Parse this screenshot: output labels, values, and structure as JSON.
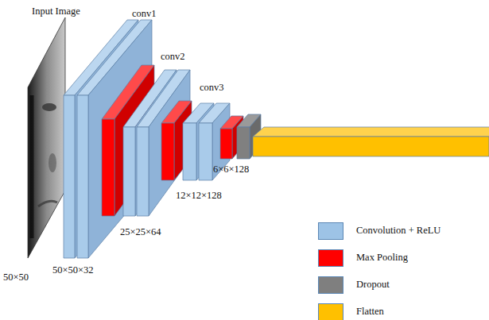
{
  "diagram": {
    "labels": [
      "Input Image",
      "conv1",
      "conv2",
      "conv3",
      "50×50",
      "50×50×32",
      "25×25×64",
      "12×12×128",
      "6×6×128"
    ],
    "legend": [
      {
        "text": "Convolution + ReLU",
        "color": "#9dc3e6"
      },
      {
        "text": "Max Pooling",
        "color": "#ff0000"
      },
      {
        "text": "Dropout",
        "color": "#7f7f7f"
      },
      {
        "text": "Flatten",
        "color": "#ffc000"
      }
    ]
  }
}
